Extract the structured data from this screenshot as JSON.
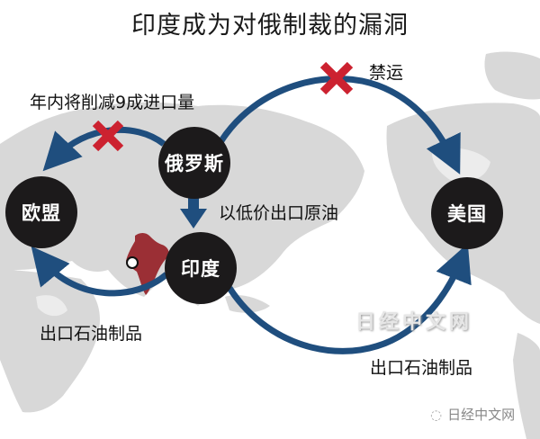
{
  "title": "印度成为对俄制裁的漏洞",
  "nodes": {
    "russia": "俄罗斯",
    "eu": "欧盟",
    "india": "印度",
    "usa": "美国"
  },
  "labels": {
    "russia_to_eu": "年内将削减9成进口量",
    "russia_to_usa": "禁运",
    "russia_to_india": "以低价出口原油",
    "india_to_eu": "出口石油制品",
    "india_to_usa": "出口石油制品"
  },
  "watermark": "日经中文网",
  "credit": "日经中文网",
  "colors": {
    "node_fill": "#1c1a1b",
    "arrow": "#1f4e7e",
    "cross": "#cc2230",
    "india_fill": "#9b2f35",
    "land": "#d6d6d6"
  }
}
